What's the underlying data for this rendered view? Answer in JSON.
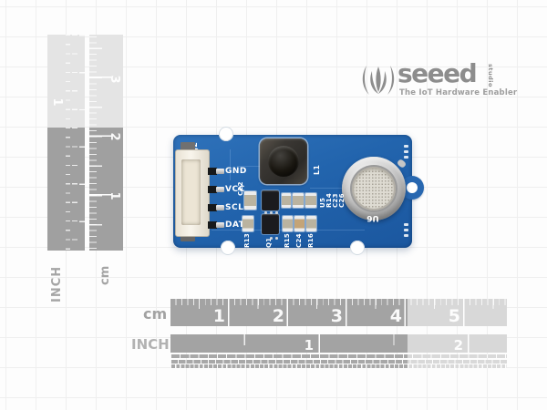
{
  "logo": {
    "brand": "seeed",
    "brand_suffix": "studio",
    "tagline": "The IoT Hardware Enabler",
    "color": "#8d8d8d"
  },
  "rulers": {
    "unit_cm": "cm",
    "unit_inch": "INCH",
    "vertical_cm_numbers": [
      "3",
      "2",
      "1"
    ],
    "vertical_inch_numbers": [
      "1"
    ],
    "horizontal_cm_numbers": [
      "1",
      "2",
      "3",
      "4",
      "5"
    ],
    "horizontal_inch_numbers": [
      "1",
      "2"
    ]
  },
  "board": {
    "silkscreen": {
      "connector_ref": "J2",
      "pin_labels": [
        "GND",
        "VCC",
        "SCL",
        "DAT"
      ],
      "inductor_ref": "L1",
      "sensor_ref": "U6",
      "cap_top_ref": "C22",
      "bottom_refs": [
        "R13",
        "Q1",
        "R15",
        "C24",
        "R16"
      ],
      "right_refs": [
        "U5",
        "R14",
        "C23",
        "C26"
      ]
    },
    "colors": {
      "pcb_blue": "#2264ad",
      "silk_white": "#ffffff",
      "ruler_gray": "#a3a3a3",
      "ruler_light": "#d8d8d8"
    }
  }
}
